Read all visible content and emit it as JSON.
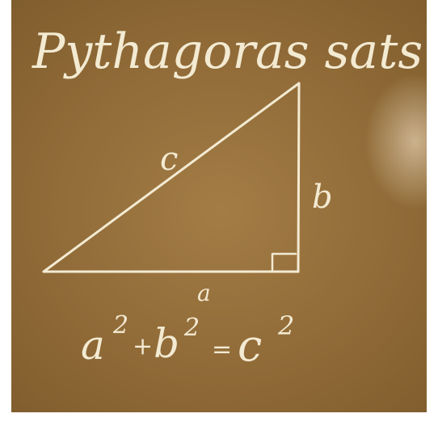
{
  "title": "Pythagoras sats",
  "labels": {
    "hypotenuse": "c",
    "vertical_leg": "b",
    "horizontal_leg": "a"
  },
  "formula": {
    "base_a": "a",
    "exp_a": "2",
    "plus": "+",
    "base_b": "b",
    "exp_b": "2",
    "equals": "=",
    "base_c": "c",
    "exp_c": "2"
  },
  "colors": {
    "board": "#8f6a37",
    "chalk": "#f3ead2"
  }
}
